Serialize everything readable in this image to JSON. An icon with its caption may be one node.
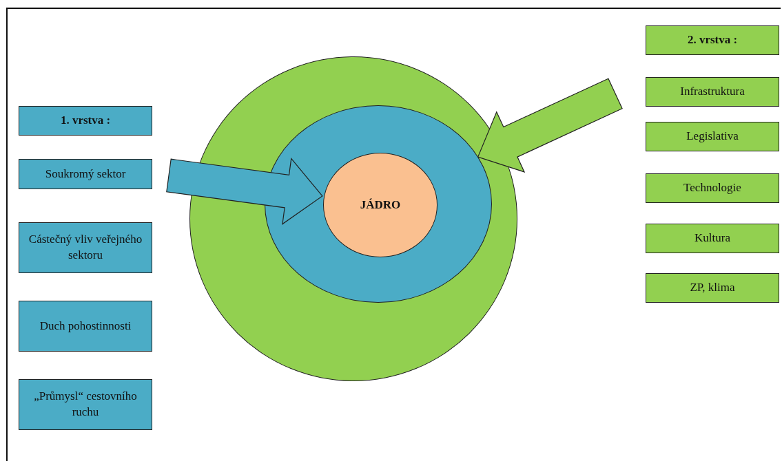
{
  "diagram": {
    "nodes": [
      {
        "text": [],
        "shape": "circle"
      },
      {
        "text": [],
        "shape": "circle",
        "in": 0
      },
      {
        "text": [
          "JÁDRO"
        ],
        "in": 1
      },
      {
        "text": [
          "1. vrstva :"
        ]
      },
      {
        "text": [
          "Soukromý sektor"
        ]
      },
      {
        "text": [
          "Cástečný vliv veřejného sektoru"
        ]
      },
      {
        "text": [
          "Duch pohostinnosti"
        ]
      },
      {
        "text": [
          "„Průmysl“ cestovního ruchu"
        ]
      },
      {
        "text": [
          "2. vrstva :"
        ]
      },
      {
        "text": [
          "Infrastruktura"
        ]
      },
      {
        "text": [
          "Legislativa"
        ]
      },
      {
        "text": [
          "Technologie"
        ]
      },
      {
        "text": [
          "Kultura"
        ]
      },
      {
        "text": [
          "ZP, klima"
        ]
      }
    ],
    "edges": [
      {
        "from": null,
        "to": 2,
        "arrow": "to",
        "style": "thick",
        "color": "#4bacc6"
      },
      {
        "from": null,
        "to": 1,
        "arrow": "to",
        "style": "thick",
        "color": "#92d050"
      }
    ]
  }
}
